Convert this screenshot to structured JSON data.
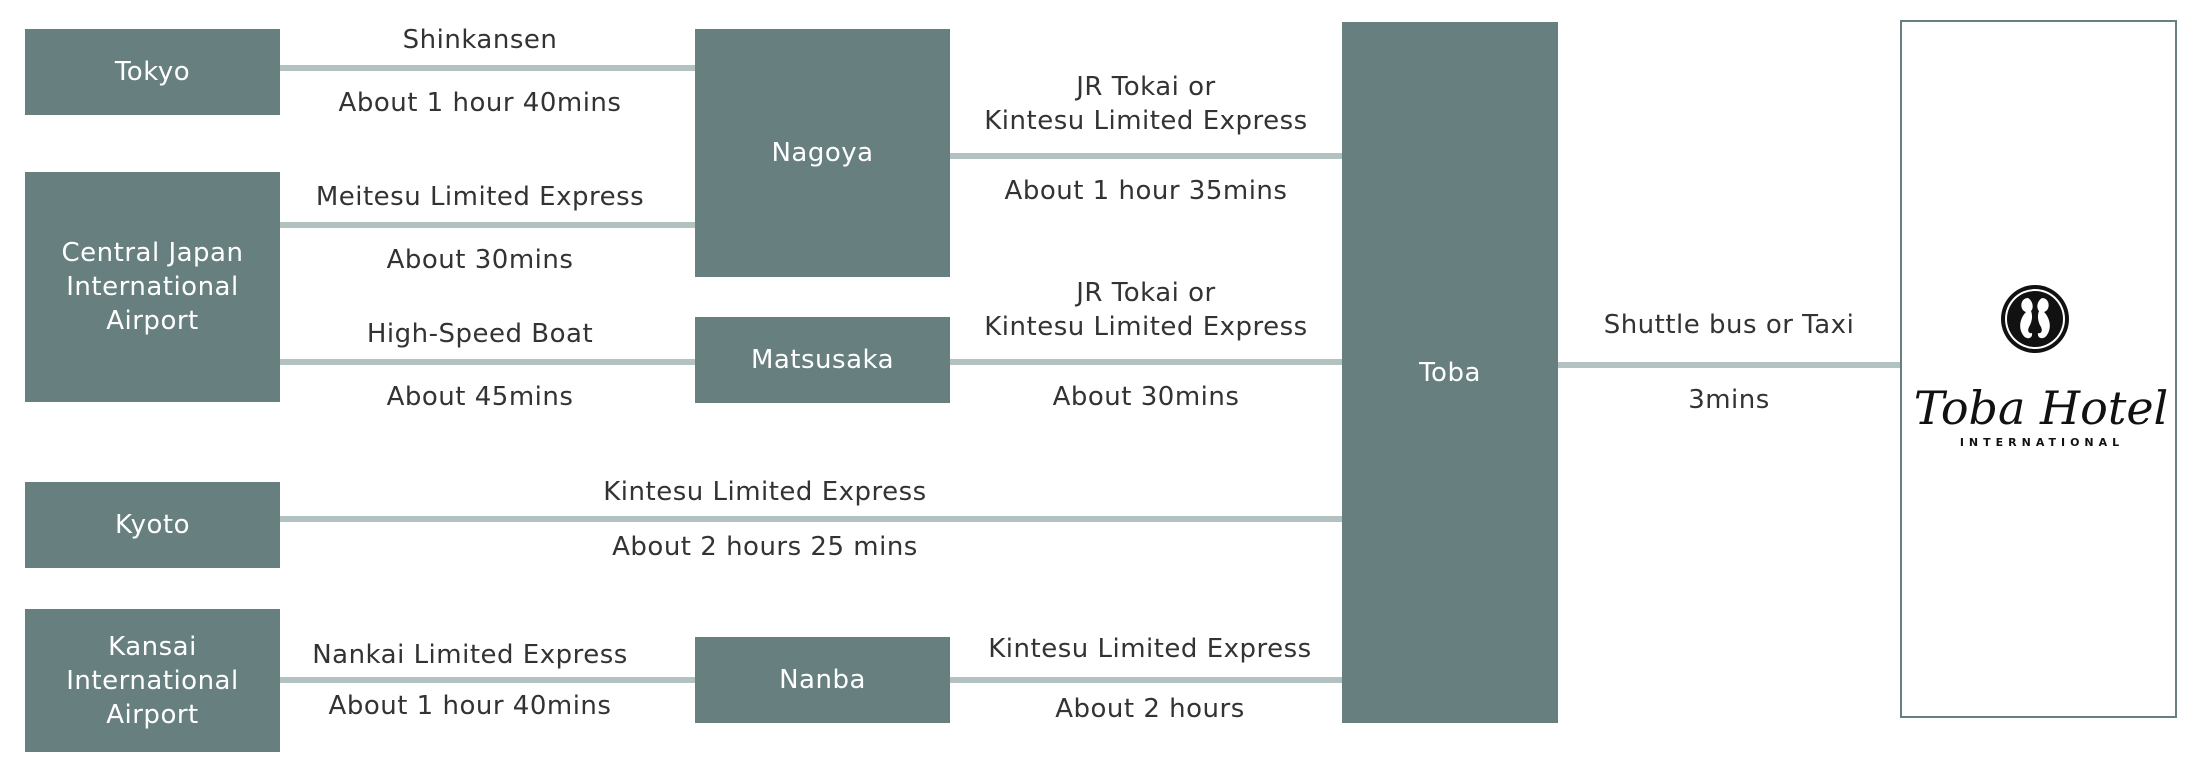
{
  "stations": {
    "tokyo": "Tokyo",
    "central_japan_lines": [
      "Central Japan",
      "International",
      "Airport"
    ],
    "kyoto": "Kyoto",
    "kansai_lines": [
      "Kansai",
      "International",
      "Airport"
    ],
    "nagoya": "Nagoya",
    "matsusaka": "Matsusaka",
    "nanba": "Nanba",
    "toba": "Toba"
  },
  "routes": {
    "tokyo_nagoya": {
      "service": "Shinkansen",
      "time": "About 1 hour 40mins"
    },
    "airport_nagoya": {
      "service": "Meitesu Limited Express",
      "time": "About 30mins"
    },
    "airport_matsusaka": {
      "service": "High-Speed Boat",
      "time": "About 45mins"
    },
    "nagoya_toba": {
      "service_lines": [
        "JR Tokai or",
        "Kintesu Limited Express"
      ],
      "time": "About 1 hour 35mins"
    },
    "matsusaka_toba": {
      "service_lines": [
        "JR Tokai or",
        "Kintesu Limited Express"
      ],
      "time": "About 30mins"
    },
    "kyoto_toba": {
      "service": "Kintesu Limited Express",
      "time": "About 2 hours 25 mins"
    },
    "kansai_nanba": {
      "service": "Nankai Limited Express",
      "time": "About 1 hour 40mins"
    },
    "nanba_toba": {
      "service": "Kintesu Limited Express",
      "time": "About 2 hours"
    },
    "toba_hotel": {
      "service": "Shuttle bus or Taxi",
      "time": "3mins"
    }
  },
  "hotel": {
    "logo_script": "Toba Hotel",
    "logo_sub": "INTERNATIONAL",
    "emblem_icon": "seahorse-emblem-icon"
  },
  "colors": {
    "box": "#677f7f",
    "line": "#b2c2c1",
    "text": "#333333"
  }
}
